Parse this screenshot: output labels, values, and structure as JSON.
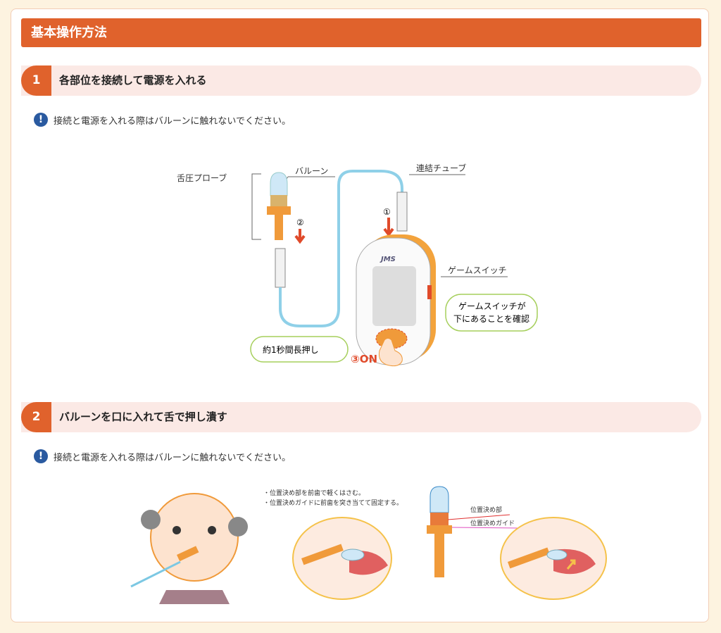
{
  "header": {
    "title": "基本操作方法"
  },
  "steps": [
    {
      "number": "1",
      "title": "各部位を接続して電源を入れる",
      "note": "接続と電源を入れる際はバルーンに触れないでください。"
    },
    {
      "number": "2",
      "title": "バルーンを口に入れて舌で押し潰す",
      "note": "接続と電源を入れる際はバルーンに触れないでください。"
    }
  ],
  "figure1": {
    "probe": "舌圧プローブ",
    "balloon": "バルーン",
    "tube": "連結チューブ",
    "step1": "①",
    "step2": "②",
    "switch": "ゲームスイッチ",
    "switch_note_1": "ゲームスイッチが",
    "switch_note_2": "下にあることを確認",
    "press": "約1秒間長押し",
    "on": "③ON",
    "logo": "JMS"
  },
  "figure2": {
    "instr_1": "・位置決め部を前歯で軽くはさむ。",
    "instr_2": "・位置決めガイドに前歯を突き当てて固定する。",
    "part_1": "位置決め部",
    "part_2": "位置決めガイド"
  }
}
